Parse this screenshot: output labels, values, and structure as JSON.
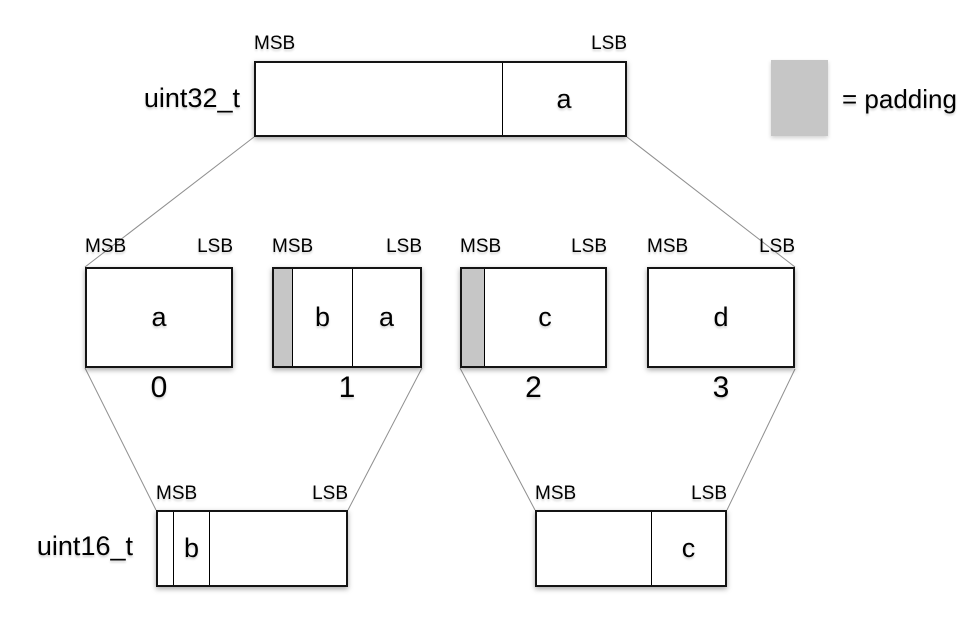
{
  "labels": {
    "msb": "MSB",
    "lsb": "LSB"
  },
  "legend": {
    "label": "= padding"
  },
  "colors": {
    "padding": "#c6c6c6"
  },
  "uint32": {
    "type": "uint32_t",
    "field_a": "a"
  },
  "bytes": [
    {
      "index": "0",
      "field": "a"
    },
    {
      "index": "1",
      "field_b": "b",
      "field_a": "a"
    },
    {
      "index": "2",
      "field": "c"
    },
    {
      "index": "3",
      "field": "d"
    }
  ],
  "uint16_low": {
    "type": "uint16_t",
    "field_b": "b"
  },
  "uint16_high": {
    "field_c": "c"
  }
}
